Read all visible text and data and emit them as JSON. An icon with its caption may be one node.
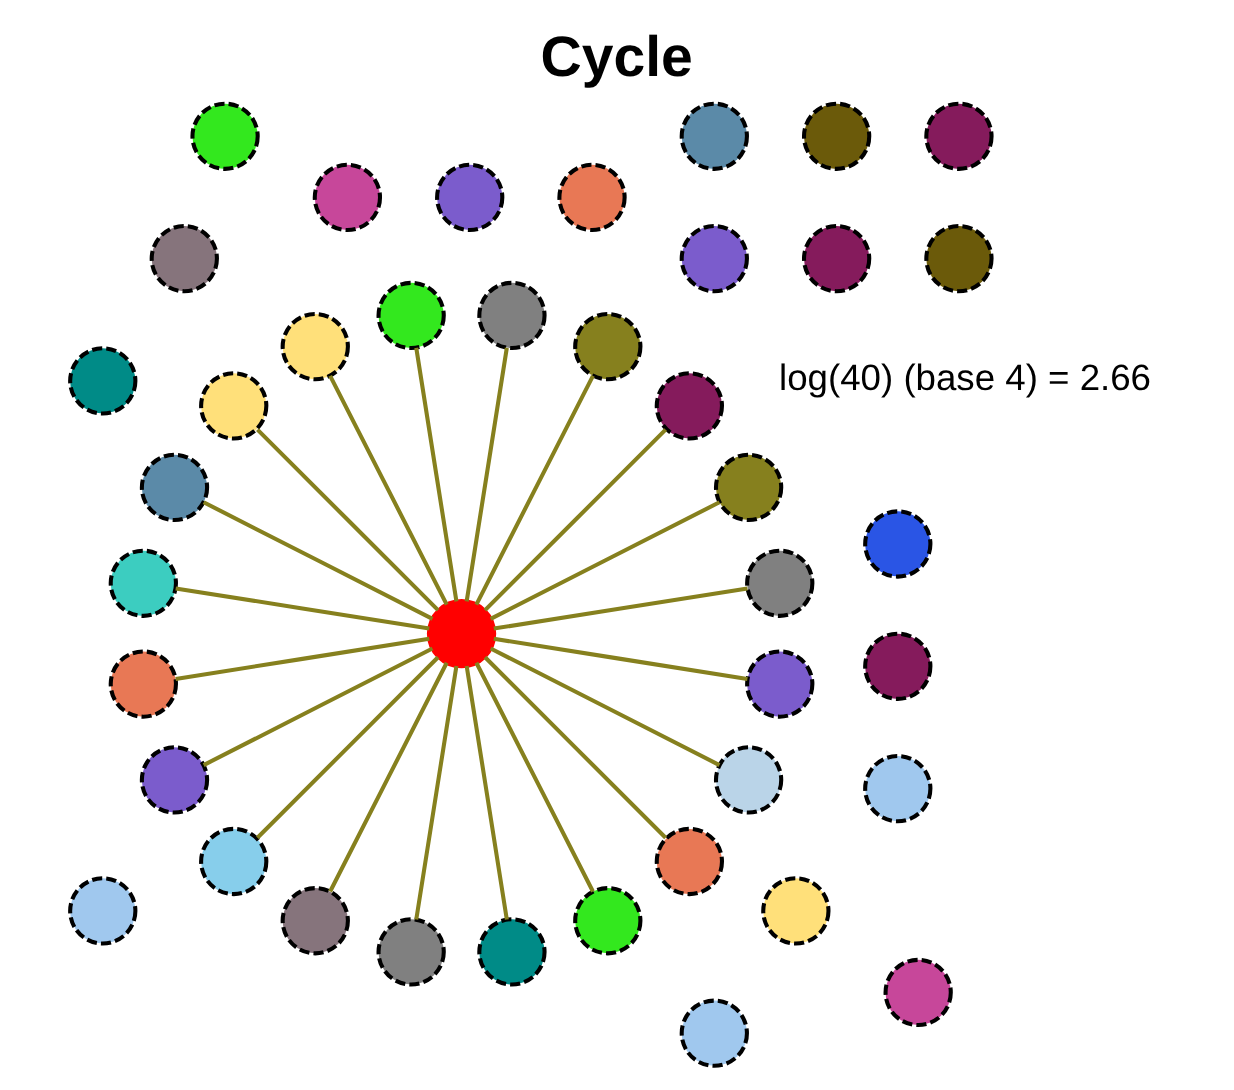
{
  "diagram": {
    "title": "Cycle",
    "nodes": [
      {
        "text": [],
        "shape": "circle"
      },
      {
        "text": [],
        "shape": "circle"
      },
      {
        "text": [],
        "shape": "circle"
      },
      {
        "text": [],
        "shape": "circle"
      },
      {
        "text": [],
        "shape": "circle"
      },
      {
        "text": [],
        "shape": "circle"
      },
      {
        "text": [],
        "shape": "circle"
      },
      {
        "text": [],
        "shape": "circle"
      },
      {
        "text": [],
        "shape": "circle"
      },
      {
        "text": [],
        "shape": "circle"
      },
      {
        "text": [],
        "shape": "circle"
      },
      {
        "text": [],
        "shape": "circle"
      },
      {
        "text": [],
        "shape": "circle"
      },
      {
        "text": [],
        "shape": "circle"
      },
      {
        "text": [],
        "shape": "circle"
      },
      {
        "text": [],
        "shape": "circle"
      },
      {
        "text": [],
        "shape": "circle"
      },
      {
        "text": [],
        "shape": "circle"
      },
      {
        "text": [],
        "shape": "circle"
      },
      {
        "text": [],
        "shape": "circle"
      },
      {
        "text": [],
        "shape": "circle"
      },
      {
        "text": [],
        "shape": "circle"
      },
      {
        "text": [],
        "shape": "circle"
      },
      {
        "text": [],
        "shape": "circle"
      },
      {
        "text": [],
        "shape": "circle"
      },
      {
        "text": [],
        "shape": "circle"
      },
      {
        "text": [],
        "shape": "circle"
      },
      {
        "text": [],
        "shape": "circle"
      },
      {
        "text": [],
        "shape": "circle"
      },
      {
        "text": [],
        "shape": "circle"
      },
      {
        "text": [],
        "shape": "circle"
      },
      {
        "text": [],
        "shape": "circle"
      },
      {
        "text": [],
        "shape": "circle"
      },
      {
        "text": [],
        "shape": "circle"
      },
      {
        "text": [],
        "shape": "circle"
      },
      {
        "text": [],
        "shape": "circle"
      },
      {
        "text": [],
        "shape": "circle"
      },
      {
        "text": [],
        "shape": "circle"
      },
      {
        "text": [],
        "shape": "circle"
      },
      {
        "text": [],
        "shape": "circle"
      }
    ],
    "edges": [
      {
        "from": 0,
        "to": 4,
        "arrow": "none"
      },
      {
        "from": 0,
        "to": 7,
        "arrow": "none"
      },
      {
        "from": 0,
        "to": 10,
        "arrow": "none"
      },
      {
        "from": 0,
        "to": 12,
        "arrow": "none"
      },
      {
        "from": 0,
        "to": 14,
        "arrow": "none"
      },
      {
        "from": 0,
        "to": 15,
        "arrow": "none"
      },
      {
        "from": 0,
        "to": 16,
        "arrow": "none"
      },
      {
        "from": 0,
        "to": 17,
        "arrow": "none"
      },
      {
        "from": 0,
        "to": 20,
        "arrow": "none"
      },
      {
        "from": 0,
        "to": 21,
        "arrow": "none"
      },
      {
        "from": 0,
        "to": 23,
        "arrow": "none"
      },
      {
        "from": 0,
        "to": 24,
        "arrow": "none"
      },
      {
        "from": 0,
        "to": 26,
        "arrow": "none"
      },
      {
        "from": 0,
        "to": 27,
        "arrow": "none"
      },
      {
        "from": 0,
        "to": 34,
        "arrow": "none"
      },
      {
        "from": 0,
        "to": 35,
        "arrow": "none"
      },
      {
        "from": 0,
        "to": 36,
        "arrow": "none"
      },
      {
        "from": 0,
        "to": 37,
        "arrow": "none"
      },
      {
        "from": 0,
        "to": 38,
        "arrow": "none"
      },
      {
        "from": 0,
        "to": 39,
        "arrow": "none"
      }
    ],
    "labels": [
      "log(40) (base 4) = 2.66"
    ]
  }
}
